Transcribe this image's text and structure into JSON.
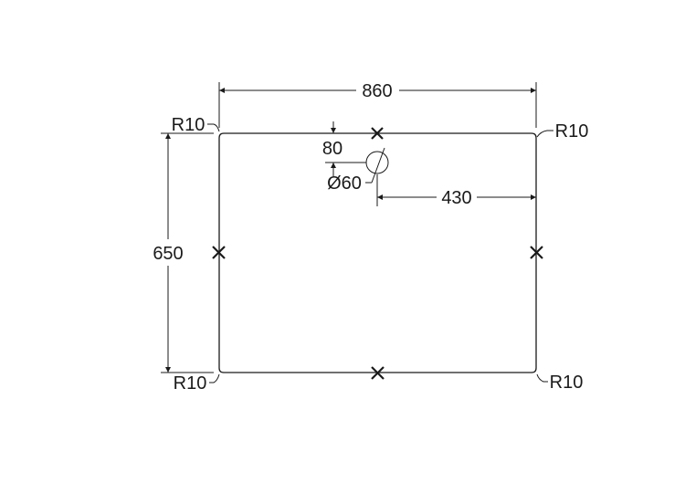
{
  "drawing": {
    "dims": {
      "width": "860",
      "height": "650",
      "hole_offset": "80",
      "hole_diameter": "Ø60",
      "hole_from_edge": "430"
    },
    "radius_labels": {
      "top_left": "R10",
      "top_right": "R10",
      "bottom_left": "R10",
      "bottom_right": "R10"
    },
    "markers": [
      "×",
      "×",
      "×",
      "×"
    ],
    "line_color": "#1a1a1a"
  }
}
